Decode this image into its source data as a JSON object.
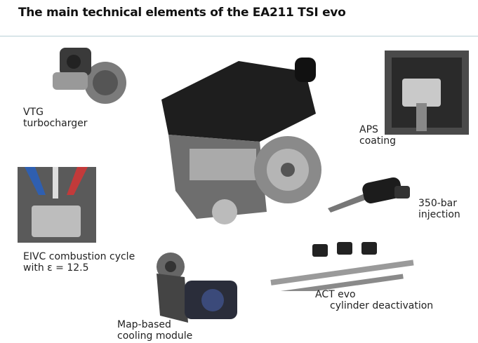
{
  "title": "The main technical elements of the EA211 TSI evo",
  "labels": {
    "vtg": [
      "VTG",
      "turbocharger"
    ],
    "aps": [
      "APS",
      "coating"
    ],
    "injection": [
      "350-bar",
      "injection"
    ],
    "eivc": [
      "EIVC combustion cycle",
      "with ε = 12.5"
    ],
    "act": [
      "ACT evo",
      "cylinder deactivation"
    ],
    "cooling": [
      "Map-based",
      "cooling module"
    ]
  }
}
